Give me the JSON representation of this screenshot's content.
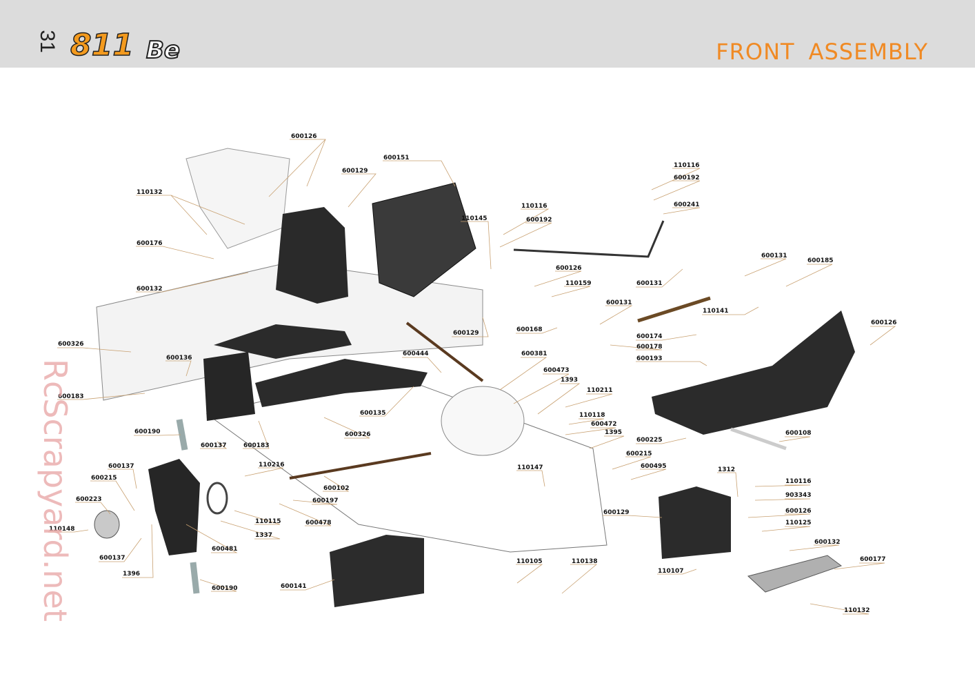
{
  "page": {
    "number": "31",
    "logo_text": "811",
    "logo_suffix": "Be",
    "title_word1": "FRONT",
    "title_word2": "ASSEMBLY",
    "watermark": "RcScrapyard.net"
  },
  "part_labels": [
    {
      "id": "p01",
      "text": "600126"
    },
    {
      "id": "p02",
      "text": "600151"
    },
    {
      "id": "p03",
      "text": "600129"
    },
    {
      "id": "p04",
      "text": "110132"
    },
    {
      "id": "p05",
      "text": "110116"
    },
    {
      "id": "p06",
      "text": "600192"
    },
    {
      "id": "p07",
      "text": "600241"
    },
    {
      "id": "p08",
      "text": "110116"
    },
    {
      "id": "p09",
      "text": "110145"
    },
    {
      "id": "p10",
      "text": "600192"
    },
    {
      "id": "p11",
      "text": "600176"
    },
    {
      "id": "p12",
      "text": "600126"
    },
    {
      "id": "p13",
      "text": "110159"
    },
    {
      "id": "p14",
      "text": "600131"
    },
    {
      "id": "p15",
      "text": "600185"
    },
    {
      "id": "p16",
      "text": "600131"
    },
    {
      "id": "p17",
      "text": "600132"
    },
    {
      "id": "p18",
      "text": "600131"
    },
    {
      "id": "p19",
      "text": "110141"
    },
    {
      "id": "p20",
      "text": "600126"
    },
    {
      "id": "p21",
      "text": "600168"
    },
    {
      "id": "p22",
      "text": "600174"
    },
    {
      "id": "p23",
      "text": "600178"
    },
    {
      "id": "p24",
      "text": "600129"
    },
    {
      "id": "p25",
      "text": "600326"
    },
    {
      "id": "p26",
      "text": "600444"
    },
    {
      "id": "p27",
      "text": "600381"
    },
    {
      "id": "p28",
      "text": "600193"
    },
    {
      "id": "p29",
      "text": "600136"
    },
    {
      "id": "p30",
      "text": "600473"
    },
    {
      "id": "p31",
      "text": "1393"
    },
    {
      "id": "p32",
      "text": "110211"
    },
    {
      "id": "p33",
      "text": "600183"
    },
    {
      "id": "p34",
      "text": "600135"
    },
    {
      "id": "p35",
      "text": "110118"
    },
    {
      "id": "p36",
      "text": "600472"
    },
    {
      "id": "p37",
      "text": "600190"
    },
    {
      "id": "p38",
      "text": "600326"
    },
    {
      "id": "p39",
      "text": "1395"
    },
    {
      "id": "p40",
      "text": "600108"
    },
    {
      "id": "p41",
      "text": "600225"
    },
    {
      "id": "p42",
      "text": "600137"
    },
    {
      "id": "p43",
      "text": "600183"
    },
    {
      "id": "p44",
      "text": "600215"
    },
    {
      "id": "p45",
      "text": "600137"
    },
    {
      "id": "p46",
      "text": "110216"
    },
    {
      "id": "p47",
      "text": "600495"
    },
    {
      "id": "p48",
      "text": "600215"
    },
    {
      "id": "p49",
      "text": "110147"
    },
    {
      "id": "p50",
      "text": "1312"
    },
    {
      "id": "p51",
      "text": "110116"
    },
    {
      "id": "p52",
      "text": "600102"
    },
    {
      "id": "p53",
      "text": "903343"
    },
    {
      "id": "p54",
      "text": "600223"
    },
    {
      "id": "p55",
      "text": "600197"
    },
    {
      "id": "p56",
      "text": "600126"
    },
    {
      "id": "p57",
      "text": "600129"
    },
    {
      "id": "p58",
      "text": "110148"
    },
    {
      "id": "p59",
      "text": "110115"
    },
    {
      "id": "p60",
      "text": "600478"
    },
    {
      "id": "p61",
      "text": "110125"
    },
    {
      "id": "p62",
      "text": "1337"
    },
    {
      "id": "p63",
      "text": "600132"
    },
    {
      "id": "p64",
      "text": "600481"
    },
    {
      "id": "p65",
      "text": "600137"
    },
    {
      "id": "p66",
      "text": "600177"
    },
    {
      "id": "p67",
      "text": "110105"
    },
    {
      "id": "p68",
      "text": "110138"
    },
    {
      "id": "p69",
      "text": "1396"
    },
    {
      "id": "p70",
      "text": "110107"
    },
    {
      "id": "p71",
      "text": "600190"
    },
    {
      "id": "p72",
      "text": "600141"
    },
    {
      "id": "p73",
      "text": "110132"
    }
  ]
}
